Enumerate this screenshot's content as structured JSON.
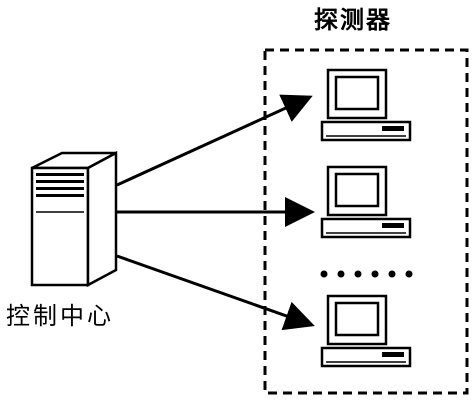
{
  "diagram": {
    "detector_group_label": "探测器",
    "control_center_label": "控制中心",
    "ellipsis": "......",
    "detectors": [
      {
        "id": "detector-1"
      },
      {
        "id": "detector-2"
      },
      {
        "id": "detector-3"
      }
    ],
    "stroke_color": "#000000",
    "background": "#ffffff"
  }
}
